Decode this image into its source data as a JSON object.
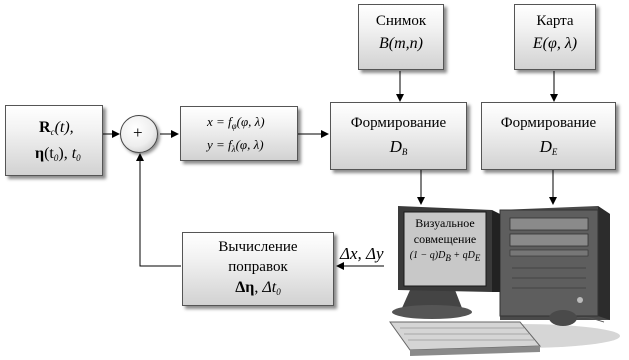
{
  "input_box": {
    "line1_sym": "R",
    "line1_sub": "c",
    "line1_arg": "(t),",
    "line2_sym": "η",
    "line2_arg": "(t",
    "line2_sub": "0",
    "line2_tail": "),",
    "line2_t": "t",
    "line2_t_sub": "0"
  },
  "summator": {
    "symbol": "+"
  },
  "projection_box": {
    "eq1_lhs": "x = f",
    "eq1_sub": "φ",
    "eq1_rhs": "(φ, λ)",
    "eq2_lhs": "y = f",
    "eq2_sub": "λ",
    "eq2_rhs": "(φ, λ)"
  },
  "snapshot_box": {
    "title": "Снимок",
    "formula": "B(m,n)"
  },
  "map_box": {
    "title": "Карта",
    "formula": "E(φ, λ)"
  },
  "form_b_box": {
    "title": "Формирование",
    "sym": "D",
    "sub": "B"
  },
  "form_e_box": {
    "title": "Формирование",
    "sym": "D",
    "sub": "E"
  },
  "correction_box": {
    "line1": "Вычисление",
    "line2": "поправок",
    "line3_a": "Δη",
    "line3_sep": ", ",
    "line3_b": "Δt",
    "line3_b_sub": "0"
  },
  "delta_label": "Δx, Δy",
  "monitor_text": {
    "line1": "Визуальное",
    "line2": "совмещение",
    "line3": "(1 − q)D",
    "line3_sub1": "B",
    "line3_mid": " + qD",
    "line3_sub2": "E"
  },
  "colors": {
    "box_border": "#555555",
    "arrow": "#000000",
    "box_light": "#ffffff",
    "box_dark": "#d2d2d2"
  }
}
